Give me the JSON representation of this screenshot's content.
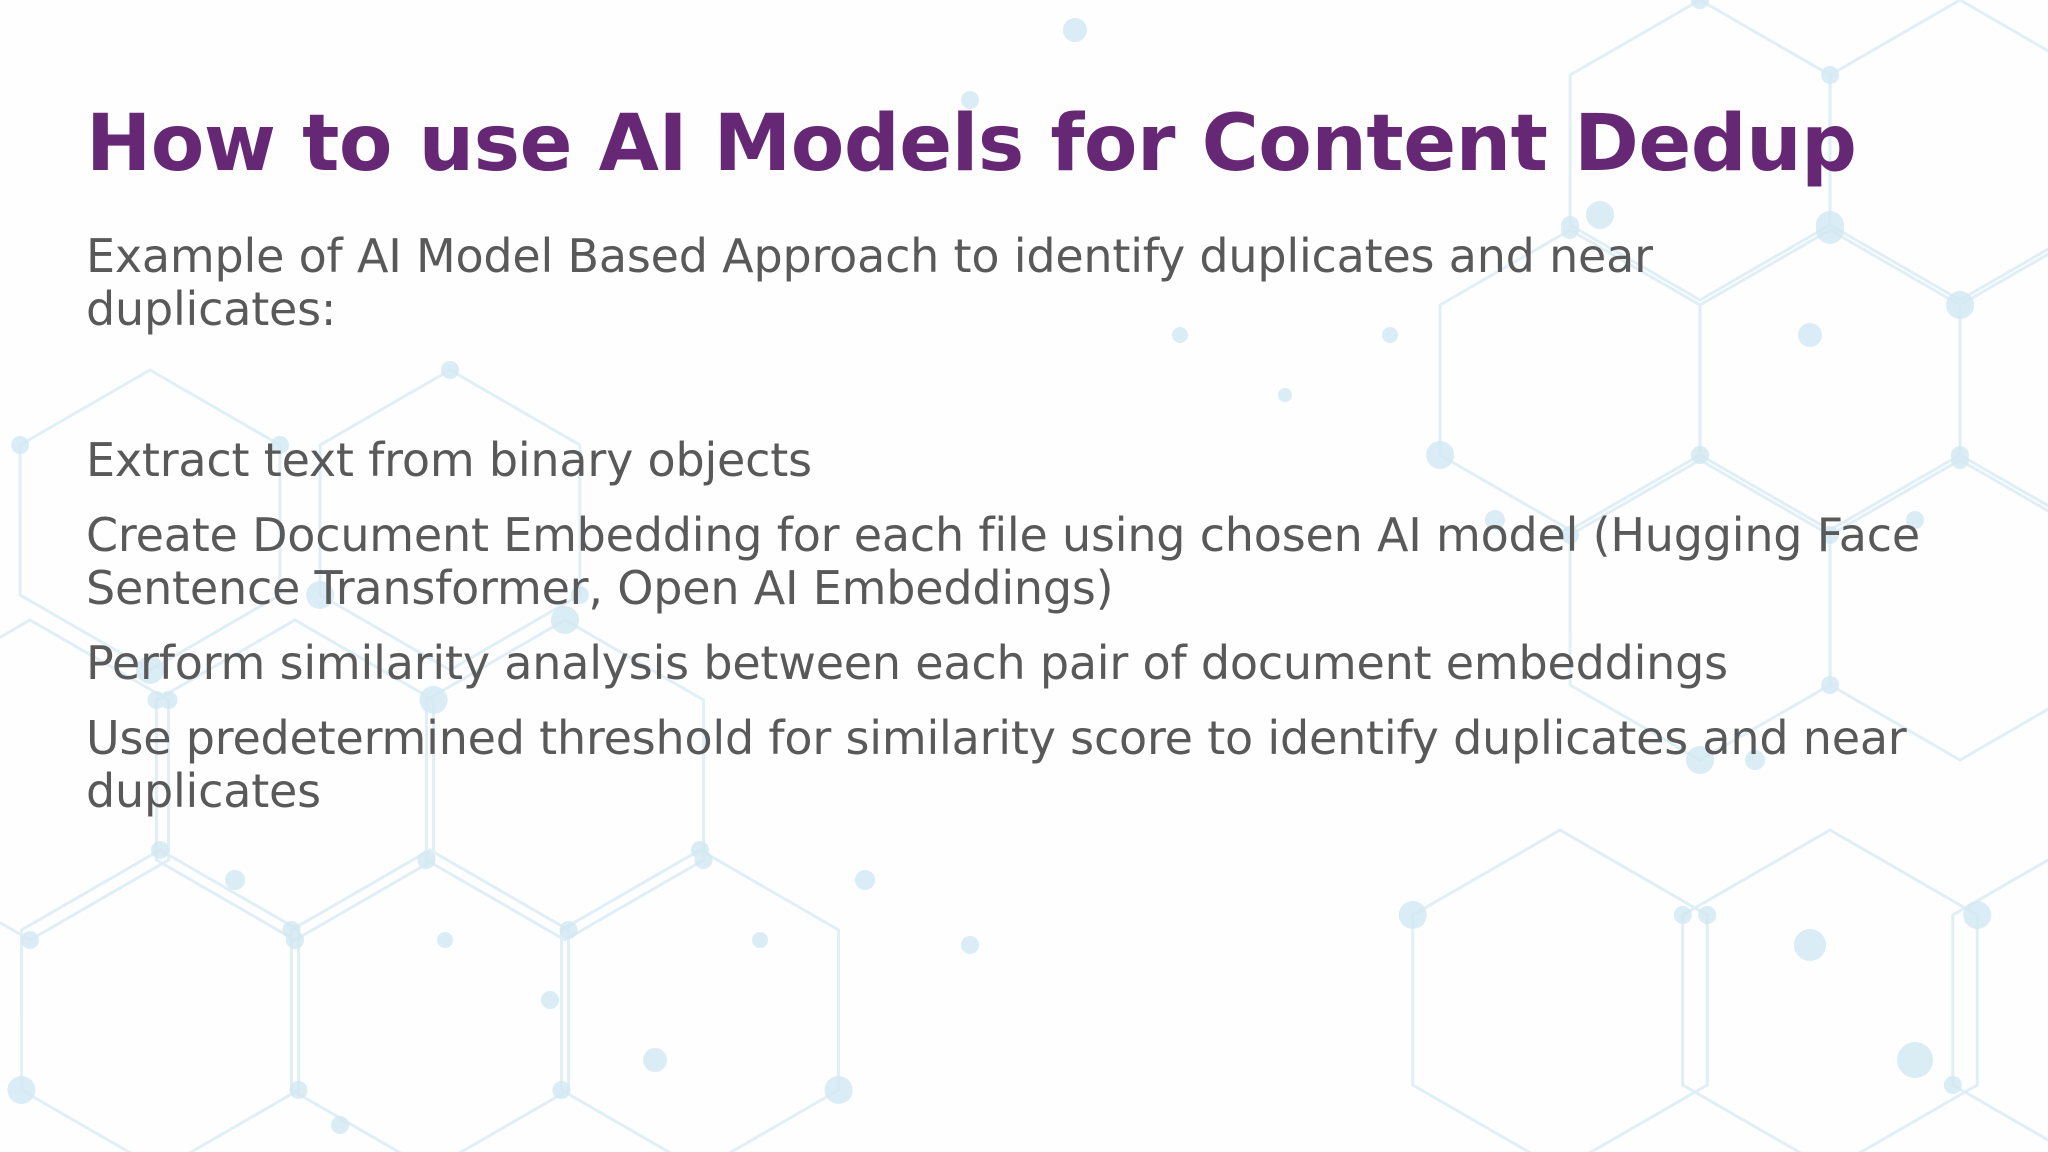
{
  "slide": {
    "title": "How to use AI Models for Content Dedup",
    "intro": "Example of AI Model Based Approach to identify duplicates and near duplicates:",
    "steps": [
      "Extract text from binary objects",
      "Create Document Embedding for each file using chosen AI model (Hugging Face Sentence Transformer, Open AI Embeddings)",
      "Perform similarity analysis between each pair of document embeddings",
      "Use predetermined threshold for similarity score to identify duplicates and near duplicates"
    ]
  },
  "colors": {
    "title": "#662875",
    "body_text": "#595959",
    "pattern": "#d4e9f3"
  },
  "background": {
    "icon": "hexagon-network-pattern"
  }
}
